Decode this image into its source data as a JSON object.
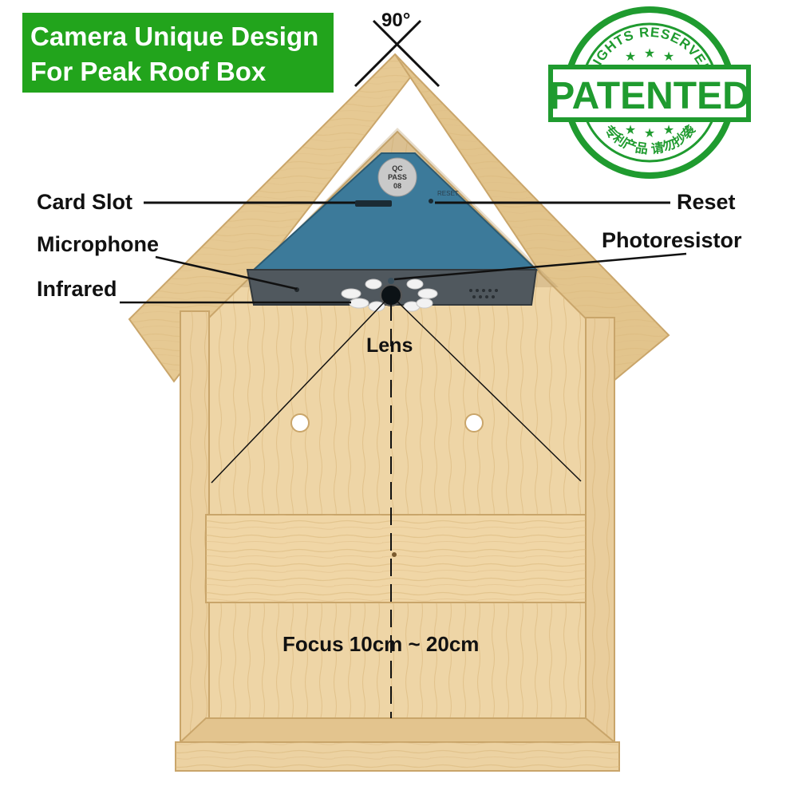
{
  "banner": {
    "line1": "Camera Unique Design",
    "line2": "For Peak Roof Box",
    "color": "#22a41c"
  },
  "angle_label": "90°",
  "stamp": {
    "top_arc": "RIGHTS RESERVED",
    "center": "PATENTED",
    "bottom_arc": "专利产品 请勿抄袭",
    "color": "#1f9b2f"
  },
  "camera": {
    "qc_label": [
      "QC",
      "PASS",
      "08"
    ],
    "reset_text": "RESET",
    "color": "#3c7a9a"
  },
  "callouts": {
    "card_slot": "Card Slot",
    "reset": "Reset",
    "microphone": "Microphone",
    "photoresistor": "Photoresistor",
    "infrared": "Infrared",
    "lens": "Lens"
  },
  "focus": "Focus 10cm ~ 20cm",
  "wood_color": "#e7cc98"
}
